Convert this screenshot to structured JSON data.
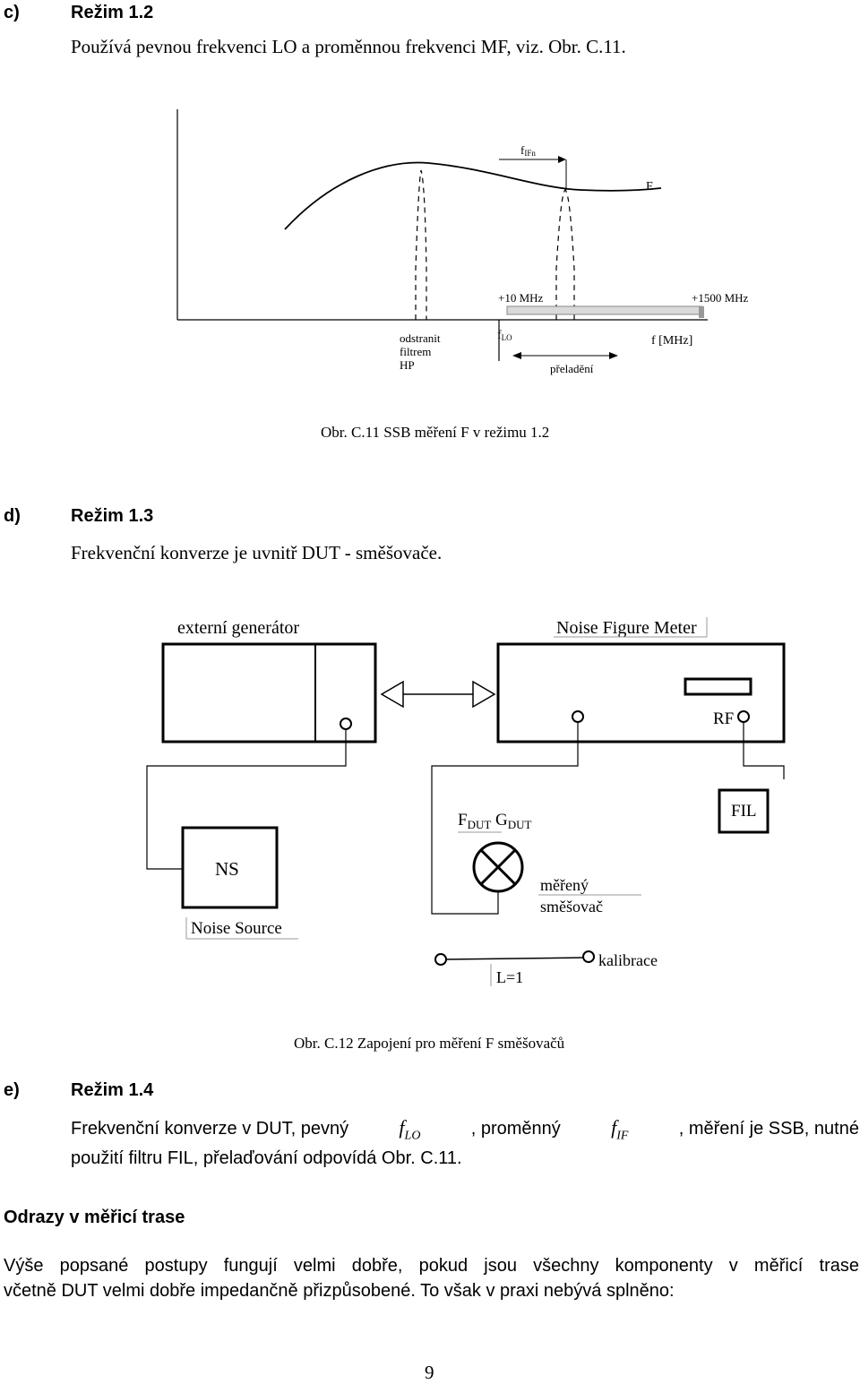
{
  "sec_c": {
    "marker": "c)",
    "title": "Režim 1.2",
    "text": "Používá pevnou frekvenci LO a proměnnou frekvenci MF, viz. Obr. C.11."
  },
  "fig11": {
    "label_fifn": "f",
    "label_fifn_sub": "IFn",
    "label_F": "F",
    "label_10mhz": "+10 MHz",
    "label_1500mhz": "+1500 MHz",
    "label_hp_1": "odstranit",
    "label_hp_2": "filtrem",
    "label_hp_3": "HP",
    "label_flo": "f",
    "label_flo_sub": "LO",
    "label_fmhz": "f  [MHz]",
    "label_preladeni": "přeladění",
    "caption": "Obr. C.11  SSB měření F v režimu 1.2"
  },
  "sec_d": {
    "marker": "d)",
    "title": "Režim 1.3",
    "text": "Frekvenční konverze je uvnitř DUT - směšovače."
  },
  "fig12": {
    "ext_gen": "externí generátor",
    "nfm": "Noise Figure Meter",
    "rf": "RF",
    "fdut_f": "F",
    "fdut_sub": "DUT",
    "gdut_g": "G",
    "gdut_sub": "DUT",
    "fil": "FIL",
    "ns": "NS",
    "noise_source": "Noise Source",
    "mereny": "měřený",
    "smesovac": "směšovač",
    "kalibrace": "kalibrace",
    "l1": "L=1",
    "caption": "Obr. C.12  Zapojení pro měření F směšovačů"
  },
  "sec_e": {
    "marker": "e)",
    "title": "Režim 1.4",
    "line1_a": "Frekvenční konverze v DUT, pevný",
    "f1": "f",
    "f1_sub": "LO",
    "line1_b": ", proměnný",
    "f2": "f",
    "f2_sub": "IF",
    "line1_c": ", měření je SSB, nutné",
    "line2": "použití filtru FIL, přelaďování odpovídá Obr. C.11."
  },
  "odrazy": {
    "title": "Odrazy v měřicí trase",
    "line1": "Výše popsané postupy fungují velmi dobře, pokud jsou všechny komponenty v měřicí trase",
    "line2": "včetně DUT velmi dobře impedančně přizpůsobené. To však v praxi nebývá splněno:"
  },
  "page_number": "9"
}
